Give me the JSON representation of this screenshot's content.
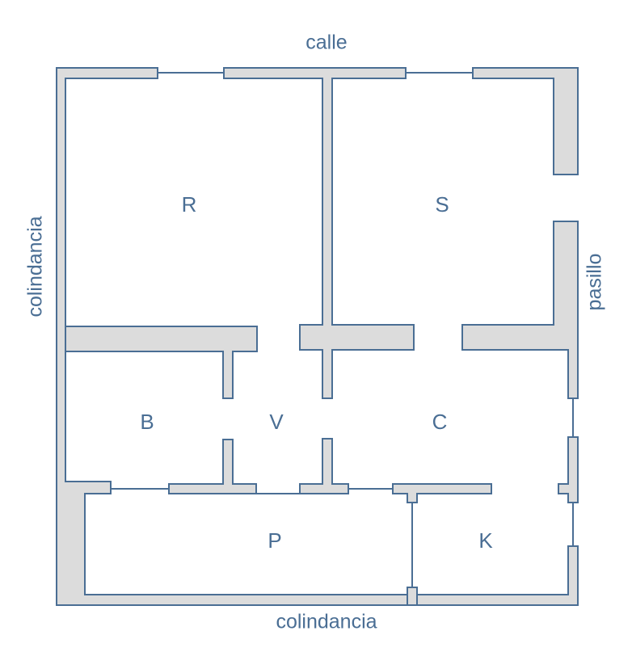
{
  "exterior_labels": {
    "top": "calle",
    "bottom": "colindancia",
    "left": "colindancia",
    "right": "pasillo"
  },
  "rooms": {
    "R": "R",
    "S": "S",
    "B": "B",
    "V": "V",
    "C": "C",
    "P": "P",
    "K": "K"
  },
  "colors": {
    "wall_fill": "#dcdcdc",
    "line": "#4a6e94",
    "background": "#ffffff"
  }
}
